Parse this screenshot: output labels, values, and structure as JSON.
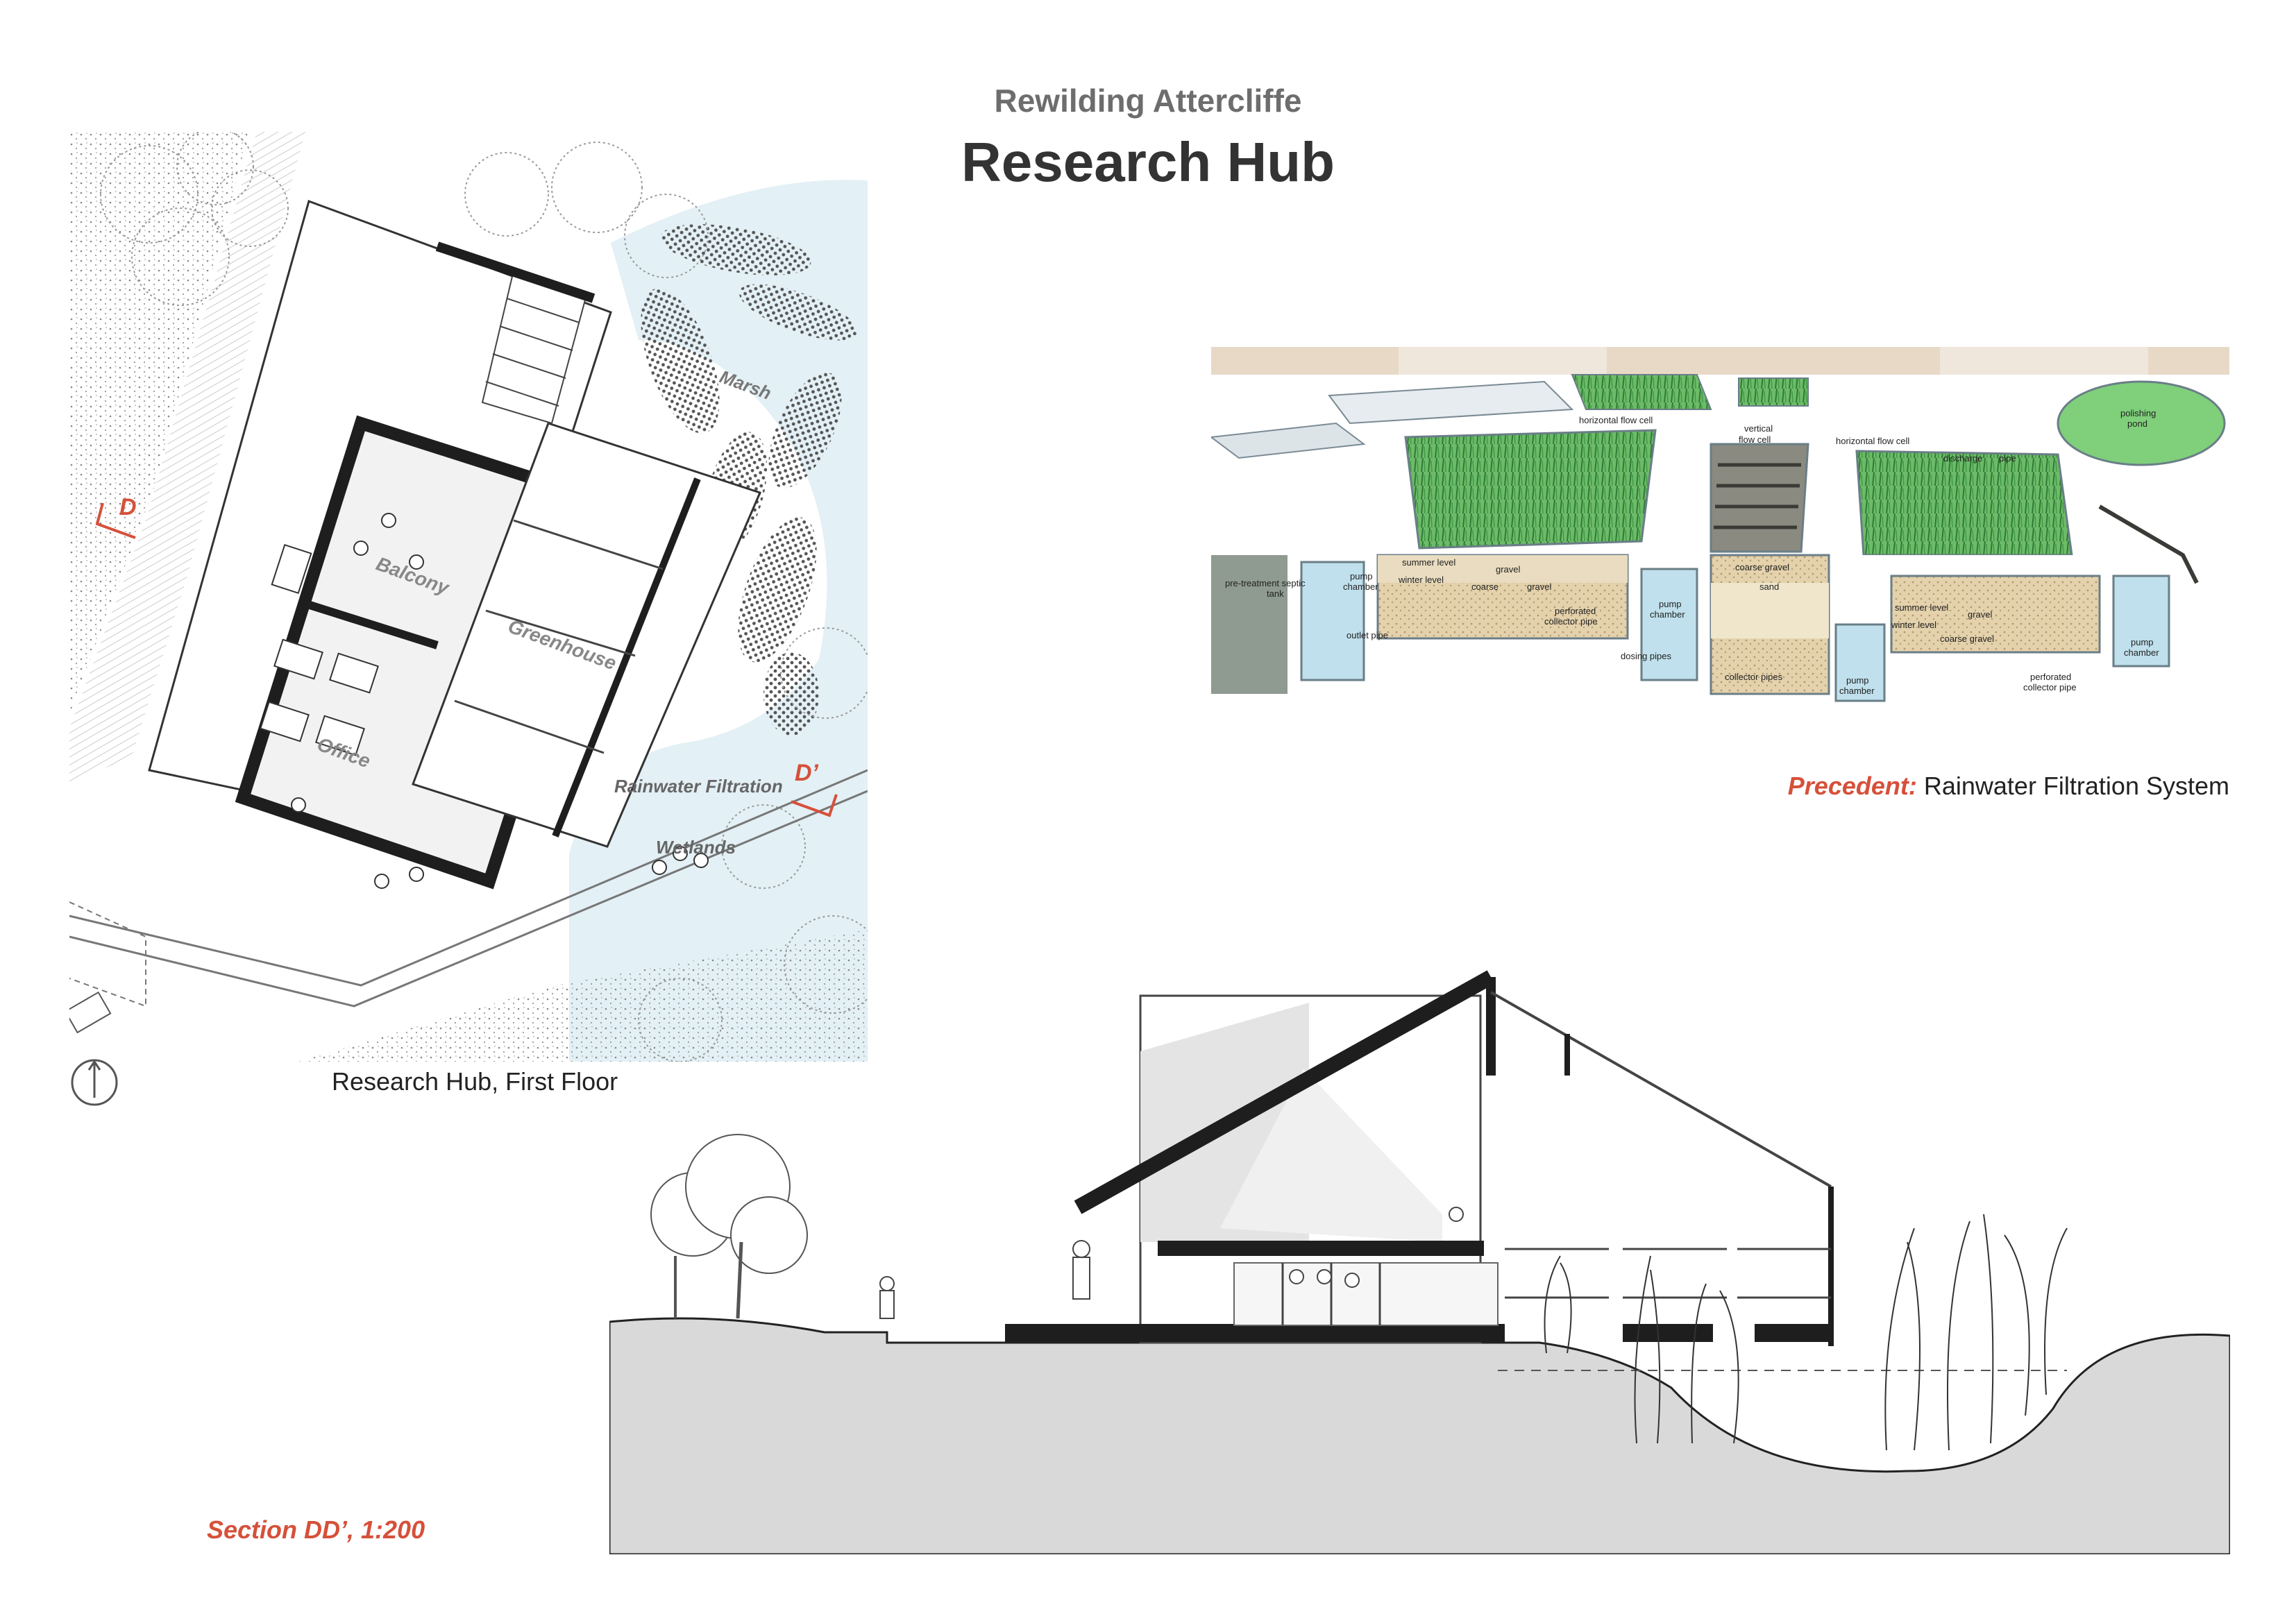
{
  "header": {
    "subtitle": "Rewilding Attercliffe",
    "title": "Research Hub"
  },
  "plan": {
    "caption": "Research Hub, First Floor",
    "labels": {
      "balcony": "Balcony",
      "greenhouse": "Greenhouse",
      "office": "Office",
      "marsh": "Marsh",
      "rainwater_filtration": "Rainwater Filtration",
      "wetlands": "Wetlands",
      "section_d": "D",
      "section_d_prime": "D’"
    },
    "colors": {
      "water": "#e3f0f5",
      "wall": "#1e1e1e",
      "section_marker": "#d6503a"
    }
  },
  "precedent": {
    "caption_prefix": "Precedent:",
    "caption_text": " Rainwater Filtration System",
    "labels": {
      "horizontal_flow_cell_1": "horizontal flow cell",
      "vertical_flow_cell": "vertical",
      "vertical_flow_cell_2": "flow cell",
      "horizontal_flow_cell_2": "horizontal flow cell",
      "polishing_pond": "polishing",
      "polishing_pond_2": "pond",
      "discharge": "discharge",
      "pipe": "pipe",
      "pre_treatment": "pre-treatment septic",
      "pre_treatment_2": "tank",
      "pump_chamber_1": "pump",
      "pump_chamber_1b": "chamber",
      "summer_level_1": "summer level",
      "winter_level_1": "winter level",
      "gravel_1": "gravel",
      "coarse_gravel_1": "coarse",
      "coarse_gravel_1b": "gravel",
      "coarse_gravel_2": "coarse gravel",
      "sand": "sand",
      "outlet_pipe": "outlet pipe",
      "perforated_collector_1": "perforated",
      "perforated_collector_1b": "collector pipe",
      "pump_chamber_2": "pump",
      "pump_chamber_2b": "chamber",
      "dosing_pipes": "dosing pipes",
      "collector_pipes": "collector pipes",
      "pump_chamber_3": "pump",
      "pump_chamber_3b": "chamber",
      "summer_level_2": "summer level",
      "winter_level_2": "winter level",
      "gravel_2": "gravel",
      "coarse_gravel_3": "coarse gravel",
      "pump_chamber_4": "pump",
      "pump_chamber_4b": "chamber",
      "perforated_collector_2": "perforated",
      "perforated_collector_2b": "collector pipe"
    },
    "colors": {
      "grass": "#5cae5a",
      "soil": "#e2cfa8",
      "water": "#bfe0ec",
      "accent": "#d6503a"
    }
  },
  "section": {
    "caption": "Section DD’, 1:200",
    "colors": {
      "ground": "#d9d9d9",
      "roof": "#1e1e1e"
    }
  }
}
